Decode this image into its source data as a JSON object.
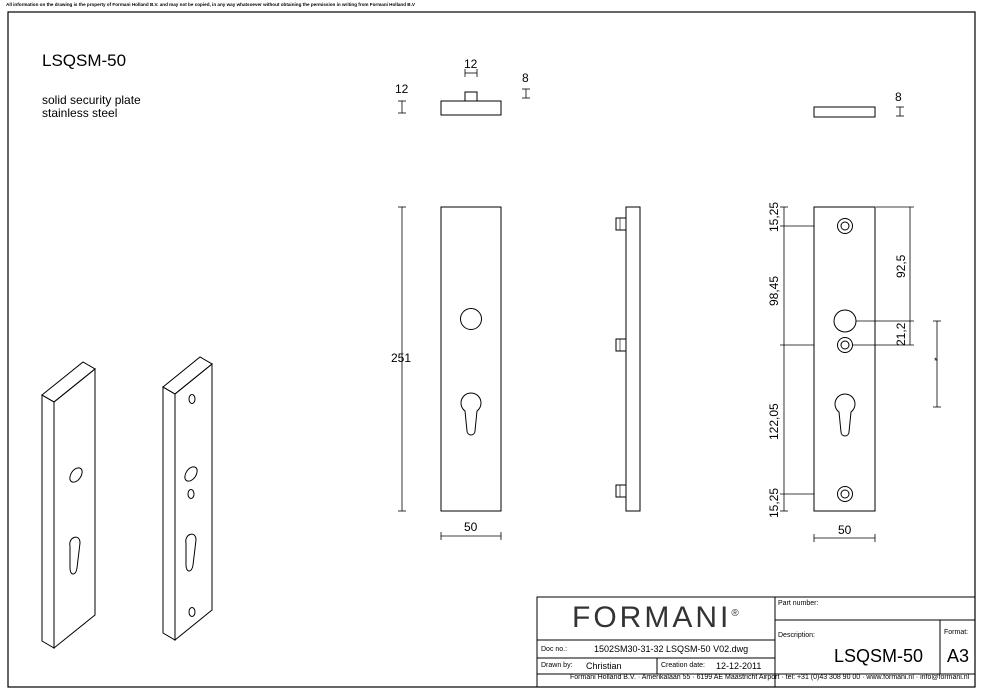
{
  "disclaimer": "All information on the drawing is the property of Formani Holland B.V. and may not be copied, in any way whatsoever without obtaining the permission in writing from Formani Holland B.V",
  "product": {
    "code": "LSQSM-50",
    "description_line1": "solid security plate",
    "description_line2": "stainless steel"
  },
  "dimensions": {
    "top_width": "12",
    "top_left_height": "12",
    "top_thickness": "8",
    "side_thickness": "8",
    "length": "251",
    "width_front": "50",
    "width_back": "50",
    "edge_top": "15,25",
    "hole_spacing_upper": "98,45",
    "hole_spacing_lower": "122,05",
    "edge_bottom": "15,25",
    "top_to_centre": "92,5",
    "spindle_to_hole": "21,2",
    "asterisk": "*"
  },
  "title_block": {
    "logo": "FORMANI",
    "logo_mark": "®",
    "doc_no_label": "Doc no.:",
    "doc_no": "1502SM30-31-32 LSQSM-50 V02.dwg",
    "drawn_by_label": "Drawn by:",
    "drawn_by": "Christian",
    "creation_date_label": "Creation date:",
    "creation_date": "12-12-2011",
    "part_number_label": "Part number:",
    "description_label": "Description:",
    "part_description": "LSQSM-50",
    "format_label": "Format:",
    "format": "A3",
    "address": "Formani Holland B.V. · Amerikalaan 55 · 6199 AE Maastricht Airport · tel: +31 (0)43 308 90 00 · www.formani.nl · info@formani.nl"
  }
}
